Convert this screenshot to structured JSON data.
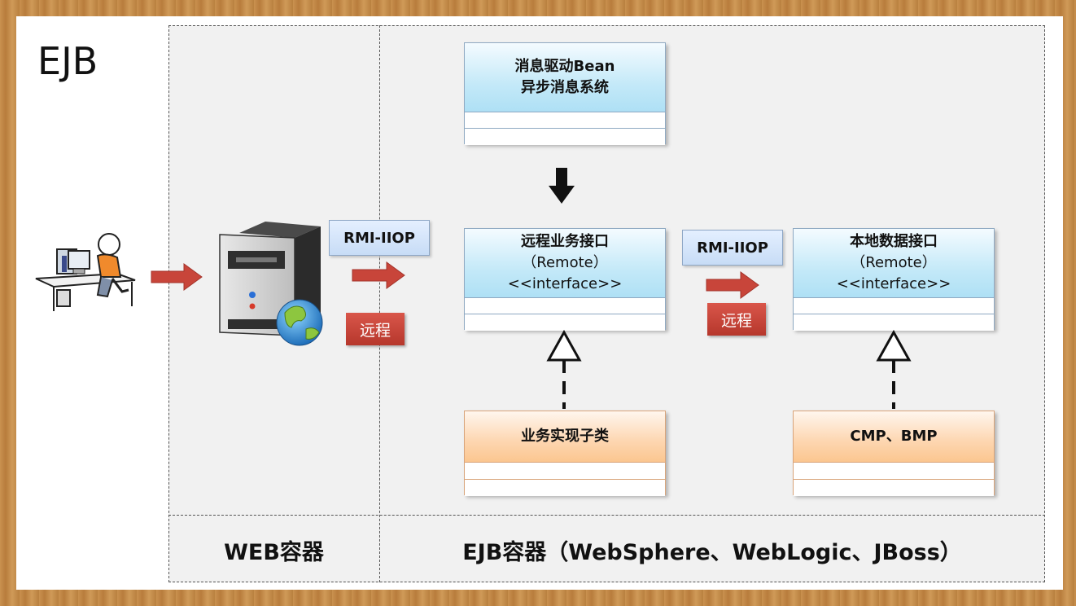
{
  "slide": {
    "title": "EJB"
  },
  "containers": {
    "web_label": "WEB容器",
    "ejb_label": "EJB容器（WebSphere、WebLogic、JBoss）"
  },
  "tags": {
    "rmi_1": "RMI-IIOP",
    "remote_1": "远程",
    "rmi_2": "RMI-IIOP",
    "remote_2": "远程"
  },
  "boxes": {
    "mdb": {
      "line1": "消息驱动Bean",
      "line2": "异步消息系统"
    },
    "remote_business": {
      "line1": "远程业务接口",
      "line2": "（Remote）",
      "line3": "<<interface>>"
    },
    "local_data": {
      "line1": "本地数据接口",
      "line2": "（Remote）",
      "line3": "<<interface>>"
    },
    "business_impl": {
      "line1": "业务实现子类"
    },
    "cmp_bmp": {
      "line1": "CMP、BMP"
    }
  },
  "icons": {
    "user": "user-at-computer-icon",
    "server": "web-server-globe-icon"
  },
  "colors": {
    "arrow_red": "#c8453a",
    "box_blue": "#bfe7f7",
    "box_orange": "#fccca0",
    "tag_blue": "#d3e4fa",
    "tag_red": "#c3413a"
  }
}
